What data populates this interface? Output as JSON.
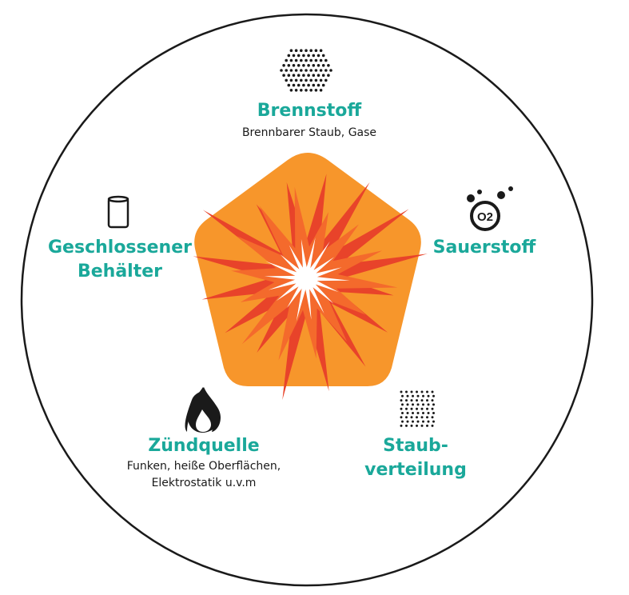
{
  "nodes": {
    "brennstoff": {
      "title": "Brennstoff",
      "subtitle": "Brennbarer Staub, Gase",
      "icon": "dot-hexagon-icon"
    },
    "sauerstoff": {
      "title": "Sauerstoff",
      "icon": "o2-bubbles-icon",
      "icon_text": "O2"
    },
    "staubverteilung": {
      "title_line1": "Staub-",
      "title_line2": "verteilung",
      "icon": "dot-rectangle-icon"
    },
    "zuendquelle": {
      "title": "Zündquelle",
      "subtitle_line1": "Funken, heiße Oberflächen,",
      "subtitle_line2": "Elektrostatik u.v.m",
      "icon": "flame-icon"
    },
    "behaelter": {
      "title_line1": "Geschlossener",
      "title_line2": "Behälter",
      "icon": "container-icon"
    }
  },
  "center": {
    "icon": "explosion-pentagon-icon"
  },
  "colors": {
    "accent": "#1aa89a",
    "pentagon": "#f7962b",
    "burst_outer": "#e8432a",
    "burst_inner": "#f46a2c",
    "outline": "#1a1a1a",
    "icon": "#1a1a1a"
  }
}
